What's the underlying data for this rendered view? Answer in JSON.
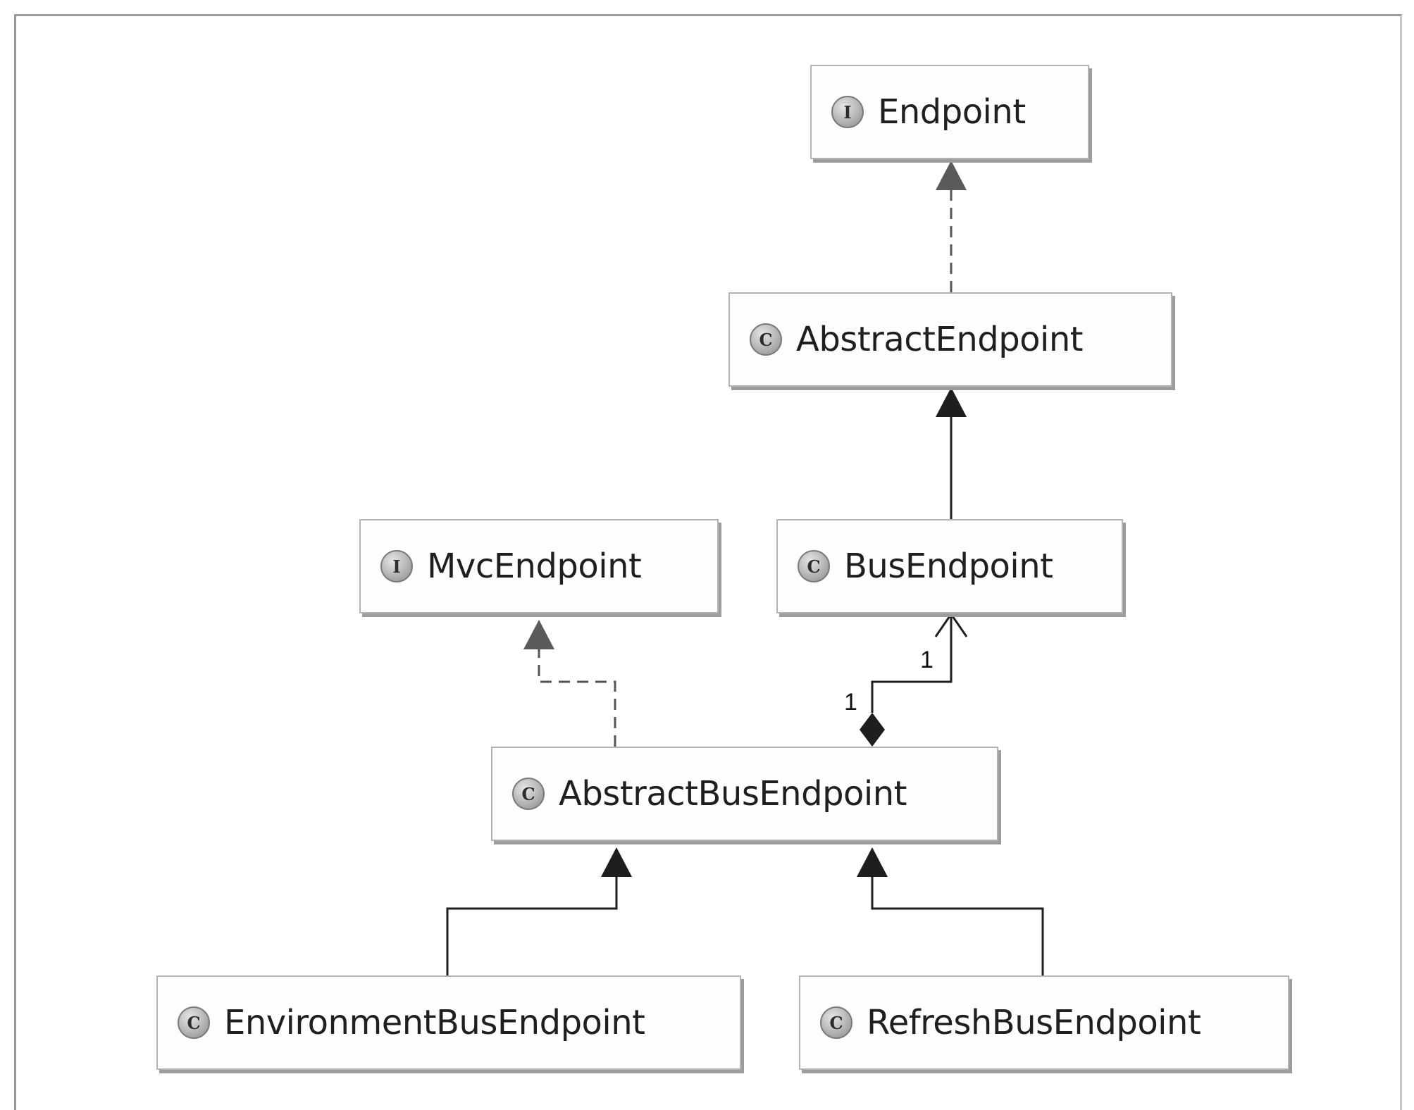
{
  "diagram": {
    "nodes": {
      "endpoint": {
        "label": "Endpoint",
        "kind": "I"
      },
      "abstract_endpoint": {
        "label": "AbstractEndpoint",
        "kind": "C"
      },
      "mvc_endpoint": {
        "label": "MvcEndpoint",
        "kind": "I"
      },
      "bus_endpoint": {
        "label": "BusEndpoint",
        "kind": "C"
      },
      "abstract_bus_endpoint": {
        "label": "AbstractBusEndpoint",
        "kind": "C"
      },
      "environment_bus_endpoint": {
        "label": "EnvironmentBusEndpoint",
        "kind": "C"
      },
      "refresh_bus_endpoint": {
        "label": "RefreshBusEndpoint",
        "kind": "C"
      }
    },
    "edges": [
      {
        "from": "AbstractEndpoint",
        "to": "Endpoint",
        "type": "realization"
      },
      {
        "from": "BusEndpoint",
        "to": "AbstractEndpoint",
        "type": "generalization"
      },
      {
        "from": "AbstractBusEndpoint",
        "to": "MvcEndpoint",
        "type": "realization"
      },
      {
        "from": "AbstractBusEndpoint",
        "to": "BusEndpoint",
        "type": "composition",
        "multiplicity_source": "1",
        "multiplicity_target": "1"
      },
      {
        "from": "EnvironmentBusEndpoint",
        "to": "AbstractBusEndpoint",
        "type": "generalization"
      },
      {
        "from": "RefreshBusEndpoint",
        "to": "AbstractBusEndpoint",
        "type": "generalization"
      }
    ],
    "multiplicities": {
      "near_target": "1",
      "near_source": "1"
    }
  }
}
